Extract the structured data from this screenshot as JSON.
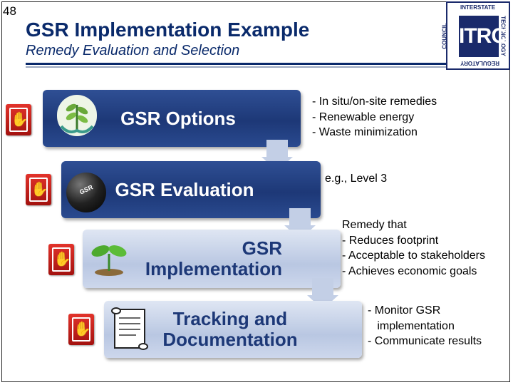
{
  "slide_number": "48",
  "header": {
    "title": "GSR Implementation Example",
    "subtitle": "Remedy Evaluation and Selection"
  },
  "logo": {
    "main": "ITRC",
    "top": "INTERSTATE",
    "side_left": "COUNCIL",
    "side_right": "TECHNOLOGY",
    "bottom": "REGULATORY"
  },
  "steps": [
    {
      "label": "GSR Options",
      "icon": "plant-hands-icon",
      "style": "dark"
    },
    {
      "label": "GSR Evaluation",
      "icon": "ball-icon",
      "style": "dark"
    },
    {
      "label": "GSR\nImplementation",
      "icon": "sprout-icon",
      "style": "light"
    },
    {
      "label": "Tracking and\nDocumentation",
      "icon": "scroll-icon",
      "style": "light"
    }
  ],
  "side_texts": [
    "- In situ/on-site remedies\n- Renewable energy\n- Waste minimization",
    "e.g., Level 3",
    "Remedy that\n- Reduces footprint\n- Acceptable to stakeholders\n- Achieves economic goals",
    "- Monitor GSR\n   implementation\n- Communicate results"
  ],
  "handshake_icon": "handshake-icon",
  "colors": {
    "title": "#0a2a6b",
    "step_dark": "#1d3877",
    "step_light": "#c3cfe6",
    "handshake": "#c81e1a"
  }
}
